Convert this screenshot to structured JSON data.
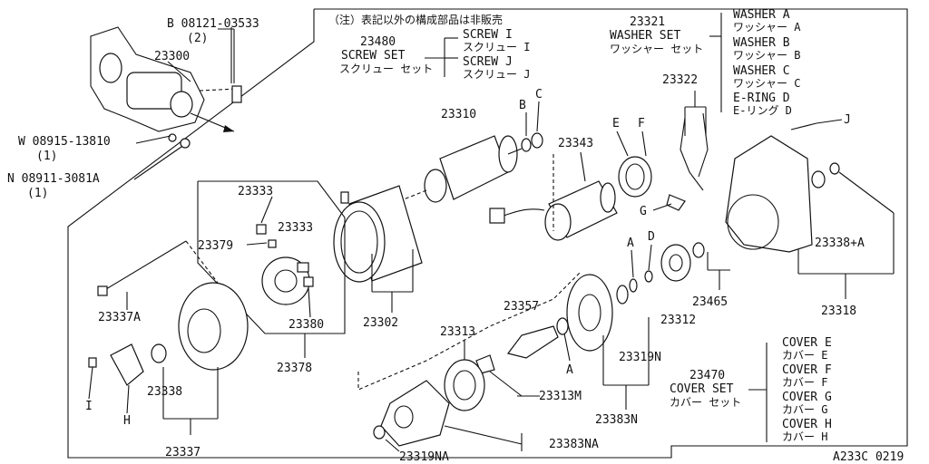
{
  "note": "（注）表記以外の構成部品は非販売",
  "figure_code": "A233C 0219",
  "labels": {
    "b_bolt": "B 08121-03533",
    "b_bolt_qty": "(2)",
    "p23300": "23300",
    "w_washer": "W 08915-13810",
    "w_qty": "(1)",
    "n_nut": "N 08911-3081A",
    "n_qty": "(1)",
    "p23310": "23310",
    "p23343": "23343",
    "p23333a": "23333",
    "p23333b": "23333",
    "p23379": "23379",
    "p23380": "23380",
    "p23378": "23378",
    "p23302": "23302",
    "p23337A": "23337A",
    "p23338": "23338",
    "p23337": "23337",
    "p23313": "23313",
    "p23357": "23357",
    "p23313M": "23313M",
    "p23319N": "23319N",
    "p23383N": "23383N",
    "p23319NA": "23319NA",
    "p23383NA": "23383NA",
    "p23312": "23312",
    "p23465": "23465",
    "p23322": "23322",
    "p23338A": "23338+A",
    "p23318": "23318",
    "letter_B": "B",
    "letter_C": "C",
    "letter_E": "E",
    "letter_F": "F",
    "letter_G": "G",
    "letter_A1": "A",
    "letter_D": "D",
    "letter_A2": "A",
    "letter_J": "J",
    "letter_I": "I",
    "letter_H": "H"
  },
  "screw_set": {
    "part": "23480",
    "name": "SCREW SET",
    "name_jp": "スクリュー セット",
    "items": [
      "SCREW I",
      "スクリュー I",
      "SCREW J",
      "スクリュー J"
    ]
  },
  "washer_set": {
    "part": "23321",
    "name": "WASHER SET",
    "name_jp": "ワッシャー セット",
    "items": [
      "WASHER A",
      "ワッシャー A",
      "WASHER B",
      "ワッシャー B",
      "WASHER C",
      "ワッシャー C",
      "E-RING D",
      "E-リング D"
    ]
  },
  "cover_set": {
    "part": "23470",
    "name": "COVER SET",
    "name_jp": "カバー セット",
    "items": [
      "COVER E",
      "カバー E",
      "COVER F",
      "カバー F",
      "COVER G",
      "カバー G",
      "COVER H",
      "カバー H"
    ]
  }
}
